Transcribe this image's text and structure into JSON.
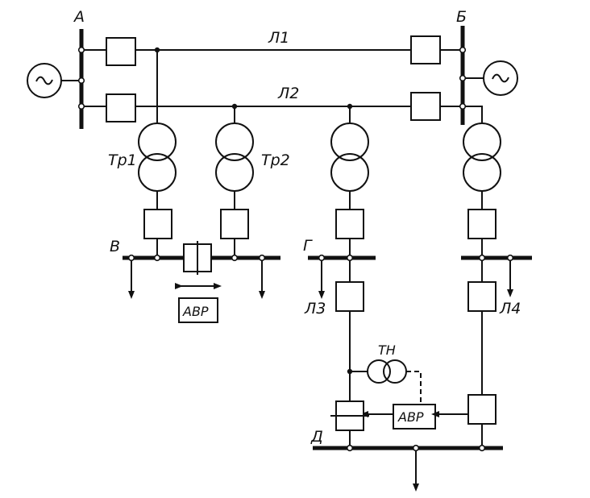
{
  "labels": {
    "bus_a": "А",
    "bus_b": "Б",
    "bus_v": "В",
    "bus_g": "Г",
    "bus_d": "Д",
    "line_1": "Л1",
    "line_2": "Л2",
    "line_3": "Л3",
    "line_4": "Л4",
    "transformer_1": "Тр1",
    "transformer_2": "Тр2",
    "voltage_transformer": "ТН",
    "avr_lower": "АВР",
    "avr_upper": "АВР"
  }
}
